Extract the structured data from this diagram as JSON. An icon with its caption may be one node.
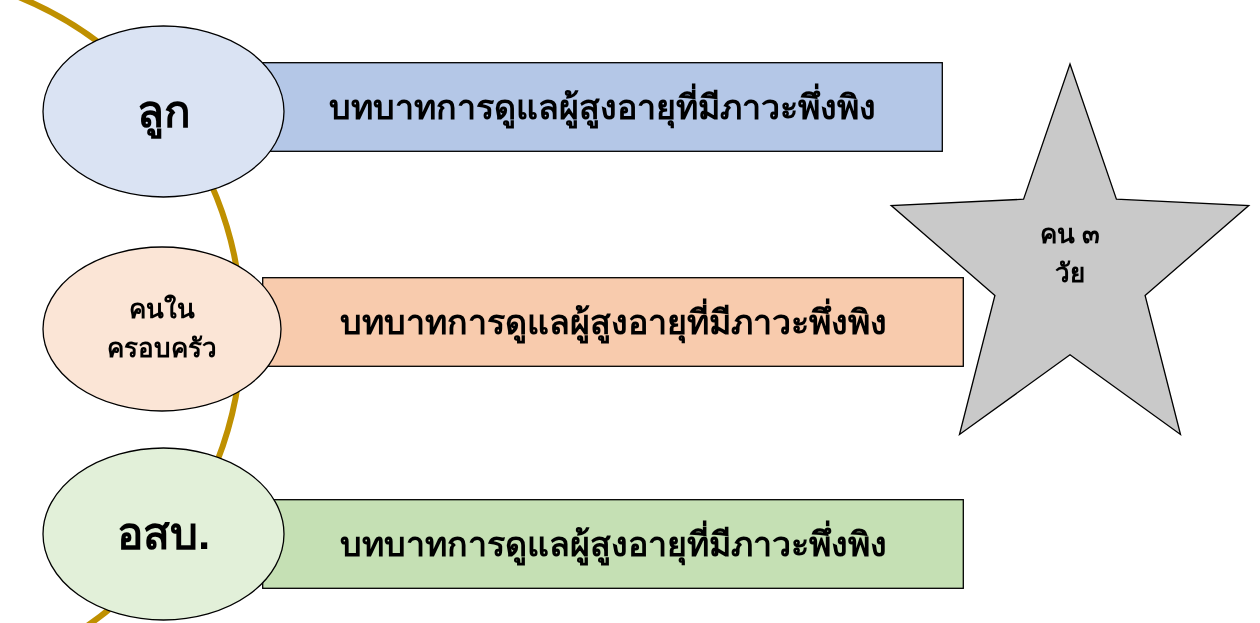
{
  "diagram": {
    "nodes": [
      {
        "text": [
          "ลูก"
        ]
      },
      {
        "text": [
          "บทบาทการดูแลผู้สูงอายุที่มีภาวะพึ่งพิง"
        ]
      },
      {
        "text": [
          "คนในครอบครัว"
        ]
      },
      {
        "text": [
          "บทบาทการดูแลผู้สูงอายุที่มีภาวะพึ่งพิง"
        ]
      },
      {
        "text": [
          "อสบ."
        ]
      },
      {
        "text": [
          "บทบาทการดูแลผู้สูงอายุที่มีภาวะพึ่งพิง"
        ]
      },
      {
        "text": [
          "คน ๓ วัย"
        ]
      }
    ]
  }
}
